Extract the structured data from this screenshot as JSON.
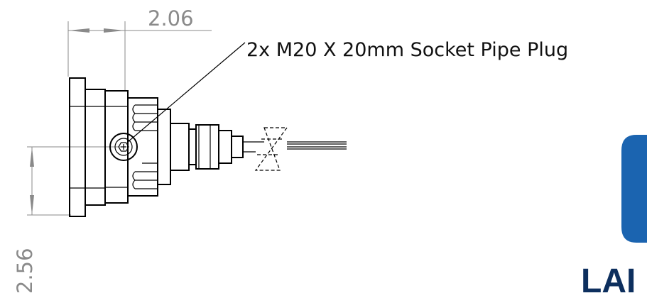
{
  "dimensions": {
    "horizontal": "2.06",
    "vertical": "2.56"
  },
  "callout": {
    "text": "2x M20 X 20mm Socket Pipe Plug"
  },
  "brand": {
    "partial_text": "LAI",
    "logo_color": "#1b64b0",
    "text_color": "#0d2f5e"
  }
}
